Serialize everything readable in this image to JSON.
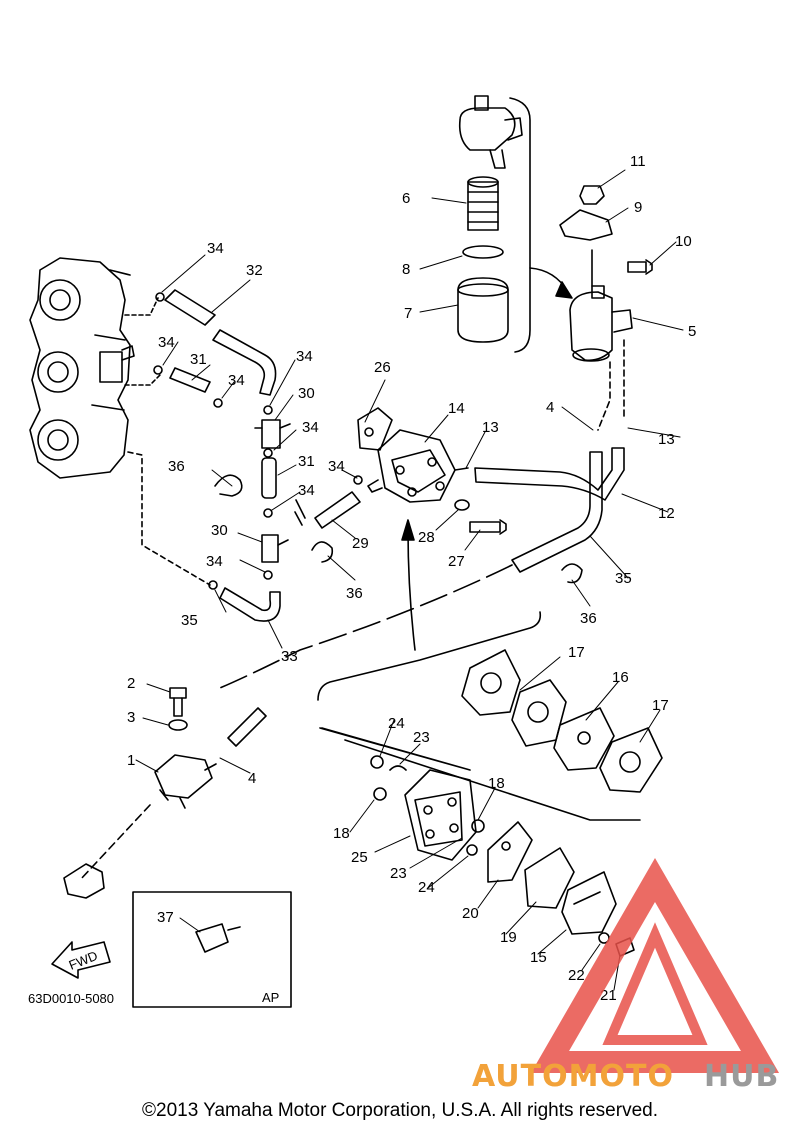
{
  "diagram": {
    "part_numbers": [
      "1",
      "2",
      "3",
      "4",
      "4",
      "5",
      "6",
      "7",
      "8",
      "9",
      "10",
      "11",
      "12",
      "13",
      "13",
      "14",
      "15",
      "16",
      "17",
      "17",
      "18",
      "18",
      "19",
      "20",
      "21",
      "22",
      "23",
      "23",
      "24",
      "24",
      "25",
      "26",
      "27",
      "28",
      "29",
      "30",
      "30",
      "31",
      "31",
      "32",
      "33",
      "34",
      "34",
      "34",
      "34",
      "34",
      "34",
      "34",
      "34",
      "35",
      "36",
      "36",
      "36",
      "37"
    ],
    "inset_label": "AP",
    "direction_label": "FWD",
    "drawing_code": "63D0010-5080"
  },
  "watermark": {
    "word_primary": "AUTOMOTO",
    "word_secondary": "HUB",
    "colors": {
      "triangle": "#e8524a",
      "primary": "#f2a23a",
      "secondary": "#9a9a9a"
    }
  },
  "footer": {
    "copyright": "©2013 Yamaha Motor Corporation, U.S.A. All rights reserved."
  }
}
